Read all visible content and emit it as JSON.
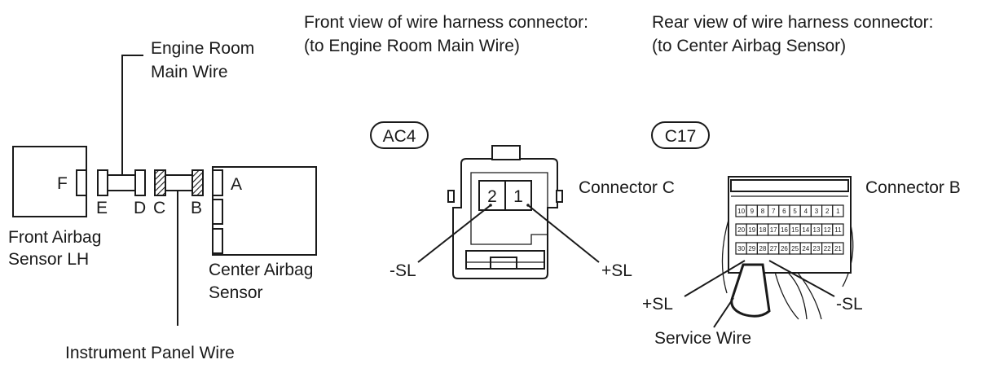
{
  "left": {
    "engine_room_wire": [
      "Engine Room",
      "Main Wire"
    ],
    "front_sensor": [
      "Front Airbag",
      "Sensor LH"
    ],
    "center_sensor": [
      "Center Airbag",
      "Sensor"
    ],
    "instrument_panel_wire": "Instrument Panel Wire",
    "connector_letters": {
      "F": "F",
      "E": "E",
      "D": "D",
      "C": "C",
      "B": "B",
      "A": "A"
    }
  },
  "front_view": {
    "title": [
      "Front view of wire harness connector:",
      "(to Engine Room Main Wire)"
    ],
    "code": "AC4",
    "connector_label": "Connector C",
    "pins": [
      "2",
      "1"
    ],
    "minus_label": "-SL",
    "plus_label": "+SL"
  },
  "rear_view": {
    "title": [
      "Rear view of wire harness connector:",
      "(to Center Airbag Sensor)"
    ],
    "code": "C17",
    "connector_label": "Connector B",
    "pins_row1": [
      "10",
      "9",
      "8",
      "7",
      "6",
      "5",
      "4",
      "3",
      "2",
      "1"
    ],
    "pins_row2": [
      "20",
      "19",
      "18",
      "17",
      "16",
      "15",
      "14",
      "13",
      "12",
      "11"
    ],
    "pins_row3": [
      "30",
      "29",
      "28",
      "27",
      "26",
      "25",
      "24",
      "23",
      "22",
      "21"
    ],
    "plus_label": "+SL",
    "minus_label": "-SL",
    "service_wire": "Service Wire"
  }
}
